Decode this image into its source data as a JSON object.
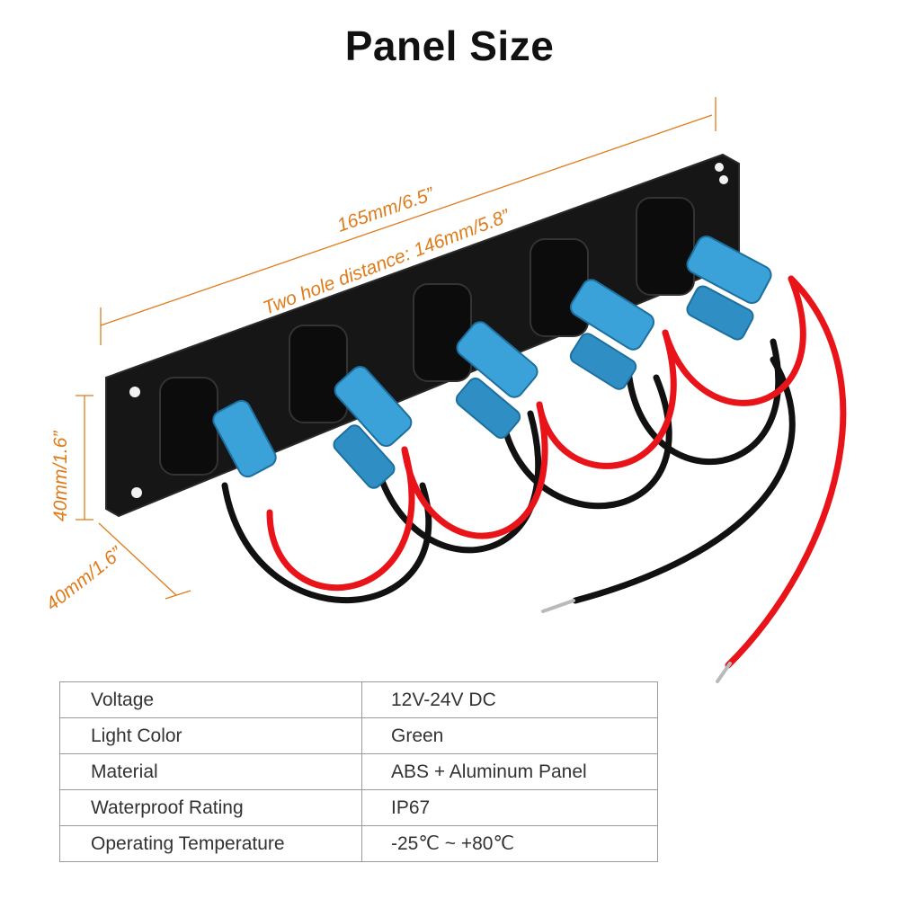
{
  "title": "Panel Size",
  "accent_color": "#e07b1a",
  "dimensions": {
    "length": "165mm/6.5”",
    "hole_distance": "Two hole distance: 146mm/5.8”",
    "height": "40mm/1.6”",
    "depth": "40mm/1.6”"
  },
  "specs": [
    {
      "label": "Voltage",
      "value": "12V-24V DC"
    },
    {
      "label": "Light Color",
      "value": "Green"
    },
    {
      "label": "Material",
      "value": "ABS + Aluminum Panel"
    },
    {
      "label": "Waterproof Rating",
      "value": "IP67"
    },
    {
      "label": "Operating Temperature",
      "value": "-25℃ ~ +80℃"
    }
  ]
}
